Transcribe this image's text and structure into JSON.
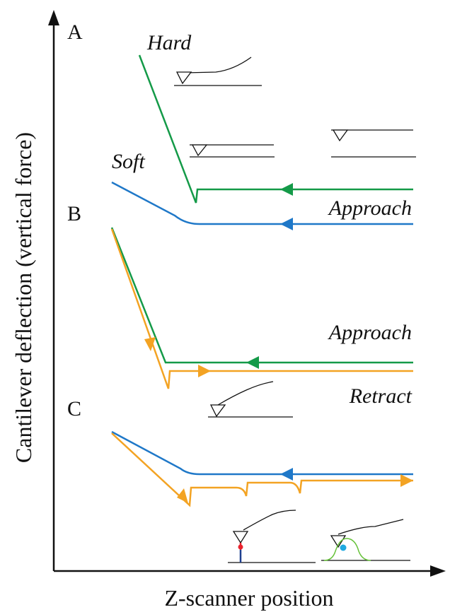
{
  "axes": {
    "y_title": "Cantilever deflection (vertical force)",
    "x_title": "Z-scanner position"
  },
  "panels": {
    "a": {
      "label": "A"
    },
    "b": {
      "label": "B"
    },
    "c": {
      "label": "C"
    }
  },
  "curve_labels": {
    "hard": "Hard",
    "soft": "Soft",
    "approach_a": "Approach",
    "approach_b": "Approach",
    "retract_b": "Retract"
  },
  "colors": {
    "hard_approach": "#149a48",
    "soft_approach": "#1f78c8",
    "retract": "#f3a323",
    "outline": "#111111",
    "cell_outline": "#67c23a",
    "cell_nucleus": "#1fa9e0",
    "bond_red": "#e8232d",
    "bond_blue": "#1f3f8f"
  }
}
